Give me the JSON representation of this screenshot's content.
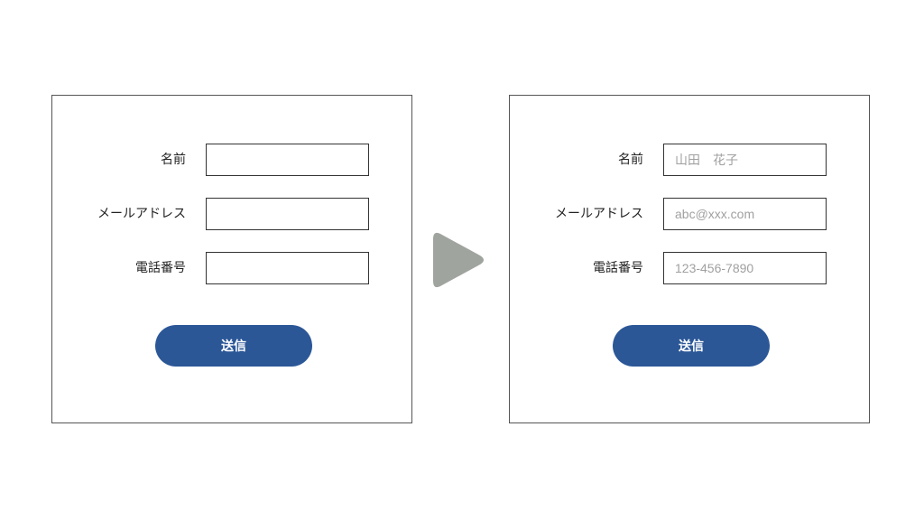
{
  "before_form": {
    "fields": [
      {
        "label": "名前",
        "value": "",
        "placeholder": ""
      },
      {
        "label": "メールアドレス",
        "value": "",
        "placeholder": ""
      },
      {
        "label": "電話番号",
        "value": "",
        "placeholder": ""
      }
    ],
    "submit_label": "送信"
  },
  "after_form": {
    "fields": [
      {
        "label": "名前",
        "value": "",
        "placeholder": "山田　花子"
      },
      {
        "label": "メールアドレス",
        "value": "",
        "placeholder": "abc@xxx.com"
      },
      {
        "label": "電話番号",
        "value": "",
        "placeholder": "123-456-7890"
      }
    ],
    "submit_label": "送信"
  },
  "arrow": {
    "icon": "play-triangle-icon",
    "color": "#a0a49f"
  },
  "colors": {
    "button": "#2b5797",
    "border": "#555555",
    "placeholder": "#a0a0a0"
  }
}
